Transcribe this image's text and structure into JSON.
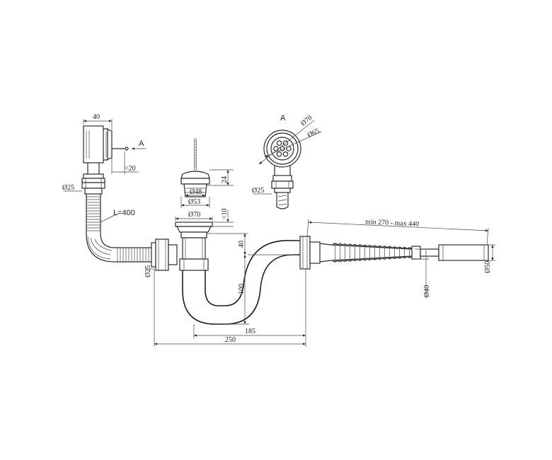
{
  "labels": {
    "overflow_width": "40",
    "overflow_depth": "<20",
    "view_marker": "A",
    "overflow_nipple": "Ø25",
    "hose_length": "L=400",
    "plug_height": "24",
    "plug_inner": "Ø48",
    "plug_outer": "Ø53",
    "trap_top": "Ø70",
    "rim": "<10",
    "trap_inlet_height": "40",
    "trap_side_nipple": "Ø25",
    "trap_drop": "100",
    "trap_reach": "185",
    "total_reach": "250",
    "extension": "min 270 - max 440",
    "outlet_diameter": "Ø50",
    "corrugated_diameter": "Ø40",
    "view_a_title": "A",
    "view_a_outer": "Ø70",
    "view_a_inner": "Ø65",
    "view_a_nipple": "Ø25"
  }
}
